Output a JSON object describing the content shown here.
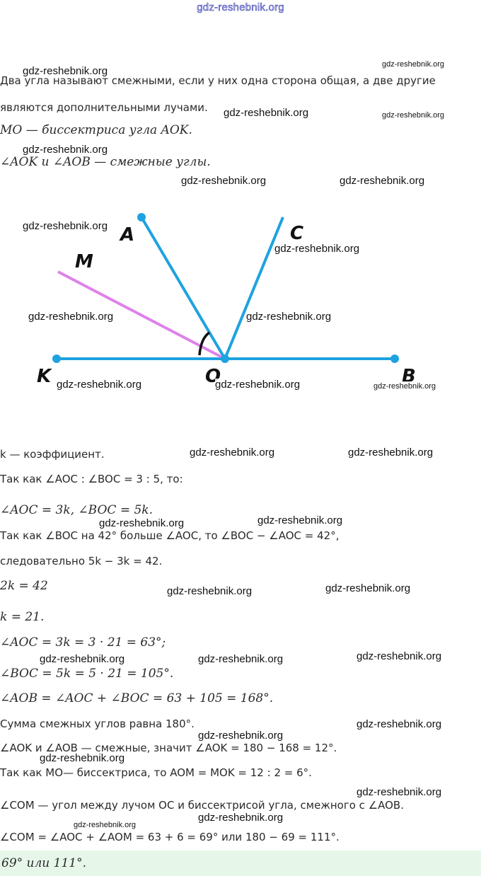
{
  "site_header": "gdz-reshebnik.org",
  "theory": {
    "line1": "Два угла называют смежными, если у них одна сторона общая, а две другие",
    "line2": "являются дополнительными лучами.",
    "line3": "MO — биссектриса угла AOK.",
    "line4": "∠AOK и ∠AOB — смежные углы."
  },
  "diagram": {
    "labels": {
      "A": "A",
      "C": "C",
      "M": "M",
      "K": "K",
      "O": "O",
      "B": "B"
    },
    "colors": {
      "rays": "#1ea2e0",
      "bisector": "#de82ea",
      "arc": "#111111"
    }
  },
  "solution": {
    "s1": "k — коэффициент.",
    "s2": "Так как ∠AOC : ∠BOC = 3 : 5, то:",
    "s3": "∠AOC = 3k, ∠BOC = 5k.",
    "s4": "Так как ∠BOC на 42° больше ∠AOC, то ∠BOC − ∠AOC = 42°,",
    "s5": "следовательно 5k − 3k = 42.",
    "s6": "2k = 42",
    "s7": "k = 21.",
    "s8": "∠AOC = 3k = 3 · 21 = 63°;",
    "s9": "∠BOC = 5k = 5 · 21 = 105°.",
    "s10": "∠AOB = ∠AOC + ∠BOC = 63 + 105 = 168°.",
    "s11": "Сумма смежных углов равна 180°.",
    "s12": "∠AOK и ∠AOB — смежные, значит ∠AOK = 180 − 168 = 12°.",
    "s13": "Так как MO— биссектриса, то AOM = MOK = 12 : 2 = 6°.",
    "s14": "∠COM — угол между лучом OC и биссектрисой угла, смежного с ∠AOB.",
    "s15": "∠COM = ∠AOC + ∠AOM = 63 + 6 = 69° или 180 − 69 = 111°."
  },
  "answer": "69° или 111°.",
  "answer_bg": "#e6f7ea",
  "watermark": "gdz-reshebnik.org"
}
